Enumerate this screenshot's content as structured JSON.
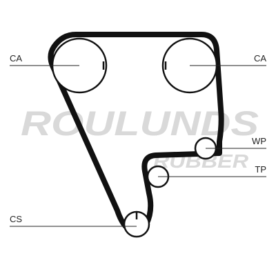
{
  "labels": {
    "ca_left": "CA",
    "ca_right": "CA",
    "wp": "WP",
    "tp": "TP",
    "cs": "CS"
  },
  "watermark": {
    "line1": "ROULUNDS",
    "line2": "RUBBER"
  },
  "colors": {
    "belt": "#111111",
    "pulley": "#111111",
    "leader": "#222222",
    "watermark": "#d9d9d9"
  }
}
